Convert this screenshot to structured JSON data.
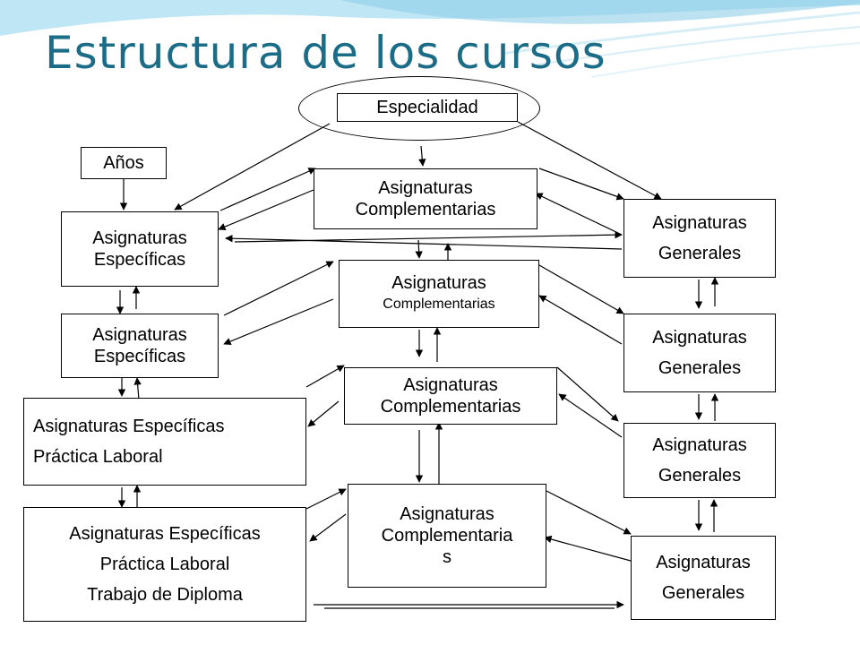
{
  "title": "Estructura de los cursos",
  "colors": {
    "title": "#1a6c87",
    "banner": "#9fd8ee"
  },
  "nodes": {
    "especialidad": "Especialidad",
    "anos": "Años",
    "esp1": [
      "Asignaturas",
      "Específicas"
    ],
    "esp2": [
      "Asignaturas",
      "Específicas"
    ],
    "esp3": [
      "Asignaturas Específicas",
      "Práctica Laboral"
    ],
    "esp4": [
      "Asignaturas  Específicas",
      "Práctica Laboral",
      "Trabajo de Diploma"
    ],
    "comp1": [
      "Asignaturas",
      "Complementarias"
    ],
    "comp2": [
      "Asignaturas",
      "Complementarias"
    ],
    "comp3": [
      "Asignaturas",
      "Complementarias"
    ],
    "comp4": [
      "Asignaturas",
      "Complementaria",
      "s"
    ],
    "gen1": [
      "Asignaturas",
      "Generales"
    ],
    "gen2": [
      "Asignaturas",
      "Generales"
    ],
    "gen3": [
      "Asignaturas",
      "Generales"
    ],
    "gen4": [
      "Asignaturas",
      "Generales"
    ]
  }
}
